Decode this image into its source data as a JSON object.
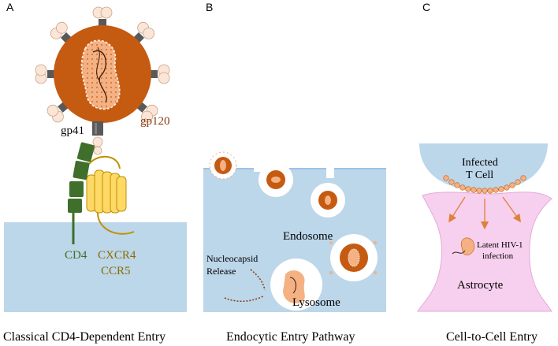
{
  "panels": {
    "a": {
      "letter": "A",
      "caption": "Classical CD4-Dependent Entry",
      "gp41": "gp41",
      "gp120": "gp120",
      "cd4": "CD4",
      "cxcr4": "CXCR4",
      "ccr5": "CCR5"
    },
    "b": {
      "letter": "B",
      "caption": "Endocytic Entry Pathway",
      "endosome": "Endosome",
      "nucleocapsid_1": "Nucleocapsid",
      "nucleocapsid_2": "Release",
      "lysosome": "Lysosome"
    },
    "c": {
      "letter": "C",
      "caption": "Cell-to-Cell Entry",
      "infected_1": "Infected",
      "infected_2": "T Cell",
      "latent_1": "Latent HIV-1",
      "latent_2": "infection",
      "astrocyte": "Astrocyte"
    }
  },
  "colors": {
    "membrane": "#bcd6ea",
    "virion": "#c55a11",
    "core": "#f4b183",
    "cd4": "#3f6f2a",
    "coreceptor": "#ffd966",
    "coreceptor_outline": "#bf9000",
    "gp120_text": "#843c0c",
    "cd4_text": "#3f6f2a",
    "cxcr4_text": "#8a6d00",
    "astrocyte": "#f6d0ee",
    "tcell": "#bcd6ea"
  }
}
